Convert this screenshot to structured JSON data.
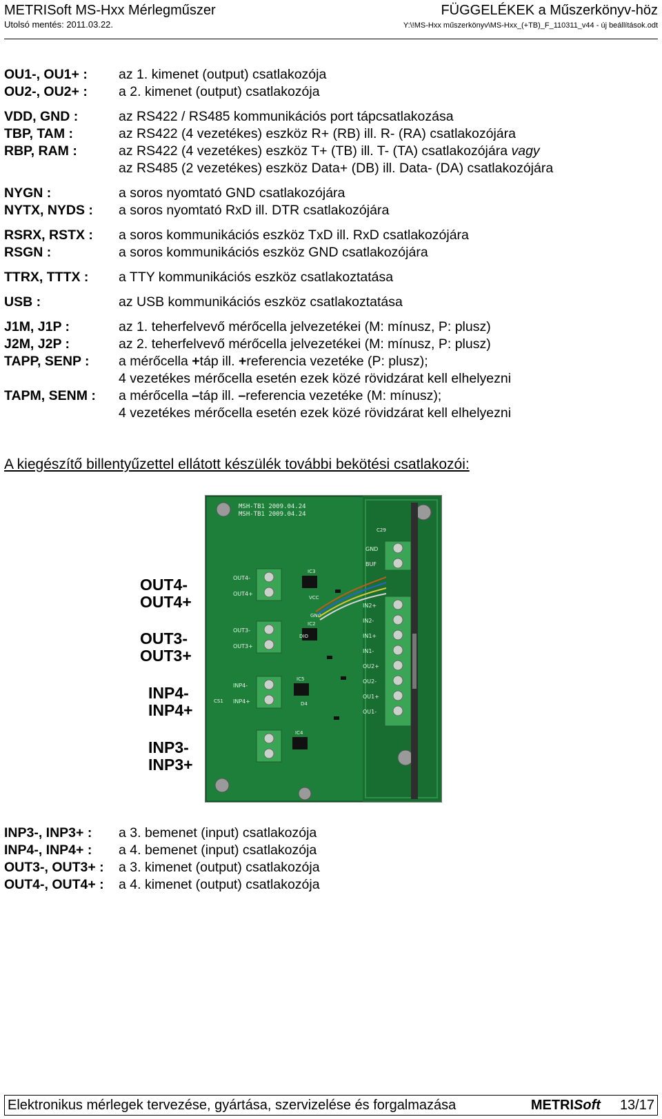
{
  "header": {
    "title_left": "METRISoft MS-Hxx Mérlegműszer",
    "title_right": "FÜGGELÉKEK a Műszerkönyv-höz",
    "saved": "Utolsó mentés: 2011.03.22.",
    "path": "Y:\\!MS-Hxx műszerkönyv\\MS-Hxx_(+TB)_F_110311_v44 - új beállítások.odt"
  },
  "defs": [
    {
      "k": "OU1-, OU1+ :",
      "v": "az 1. kimenet (output) csatlakozója"
    },
    {
      "k": "OU2-, OU2+ :",
      "v": "a 2. kimenet (output) csatlakozója"
    },
    {
      "k": "VDD, GND :",
      "v": "az RS422 / RS485 kommunikációs port tápcsatlakozása"
    },
    {
      "k": "TBP, TAM :",
      "v": "az RS422 (4 vezetékes) eszköz R+  (RB)   ill.  R- (RA) csatlakozójára"
    },
    {
      "k": "RBP, RAM :",
      "v": "az RS422 (4 vezetékes) eszköz T+  (TB)   ill.  T- (TA) csatlakozójára",
      "v_it": " vagy"
    },
    {
      "k": "",
      "v": "az RS485 (2 vezetékes) eszköz Data+ (DB)  ill.  Data- (DA) csatlakozójára"
    },
    {
      "k": "NYGN :",
      "v": "a soros nyomtató GND csatlakozójára"
    },
    {
      "k": "NYTX, NYDS :",
      "v": "a soros nyomtató RxD ill. DTR csatlakozójára"
    },
    {
      "k": "RSRX, RSTX :",
      "v": "a soros kommunikációs eszköz TxD ill. RxD csatlakozójára"
    },
    {
      "k": "RSGN :",
      "v": "a soros kommunikációs eszköz GND csatlakozójára"
    },
    {
      "k": "TTRX, TTTX :",
      "v": "a TTY kommunikációs eszköz csatlakoztatása"
    },
    {
      "k": "USB :",
      "v": "az USB kommunikációs eszköz csatlakoztatása"
    },
    {
      "k": "J1M, J1P :",
      "v": "az 1. teherfelvevő mérőcella jelvezetékei (M: mínusz, P: plusz)"
    },
    {
      "k": "J2M, J2P :",
      "v": "az 2. teherfelvevő mérőcella jelvezetékei (M: mínusz, P: plusz)"
    },
    {
      "k": "TAPP, SENP :",
      "v1": "a mérőcella ",
      "vb": "+",
      "v2": "táp ill. ",
      "vb2": "+",
      "v3": "referencia vezetéke (P: plusz);"
    },
    {
      "k": "",
      "v": "4 vezetékes mérőcella esetén ezek közé rövidzárat kell elhelyezni"
    },
    {
      "k": "TAPM, SENM :",
      "v1": "a mérőcella ",
      "vb": "–",
      "v2": "táp ill. ",
      "vb2": "–",
      "v3": "referencia vezetéke (M: mínusz);"
    },
    {
      "k": "",
      "v": "4 vezetékes mérőcella esetén ezek közé rövidzárat kell elhelyezni"
    }
  ],
  "section_title": "A kiegészítő billentyűzettel ellátott készülék további bekötési csatlakozói:",
  "photo_labels": [
    "OUT4-",
    "OUT4+",
    "OUT3-",
    "OUT3+",
    "INP4-",
    "INP4+",
    "INP3-",
    "INP3+"
  ],
  "board": {
    "silk_top": "MSH-TB1 2009.04.24",
    "left_pins": [
      "OUT4-",
      "OUT4+",
      "OUT3-",
      "OUT3+",
      "INP4-",
      "INP4+"
    ],
    "right_pins": [
      "GND",
      "BUF",
      "IN2+",
      "IN2-",
      "IN1+",
      "IN1-",
      "OU2+",
      "OU2-",
      "OU1+",
      "OU1-"
    ],
    "chips": [
      "IC3",
      "IC2",
      "IC5",
      "IC4"
    ],
    "misc": [
      "VCC",
      "GND",
      "DIO",
      "D4",
      "C29",
      "CS1"
    ]
  },
  "bottom_defs": [
    {
      "k": "INP3-, INP3+ :",
      "v": " a 3. bemenet (input) csatlakozója"
    },
    {
      "k": "INP4-, INP4+ :",
      "v": " a 4. bemenet (input) csatlakozója"
    },
    {
      "k": "OUT3-, OUT3+ :",
      "v": "a 3. kimenet (output) csatlakozója"
    },
    {
      "k": "OUT4-, OUT4+ :",
      "v": "a 4. kimenet (output) csatlakozója"
    }
  ],
  "footer": {
    "text": "Elektronikus mérlegek tervezése, gyártása, szervizelése és forgalmazása",
    "brand_a": "METRI",
    "brand_b": "Soft",
    "page": "13/17"
  },
  "colors": {
    "pcb": "#1e7f3a",
    "pcb_dark": "#13602a",
    "terminal": "#3aa655",
    "silk": "#e8f2e8"
  }
}
